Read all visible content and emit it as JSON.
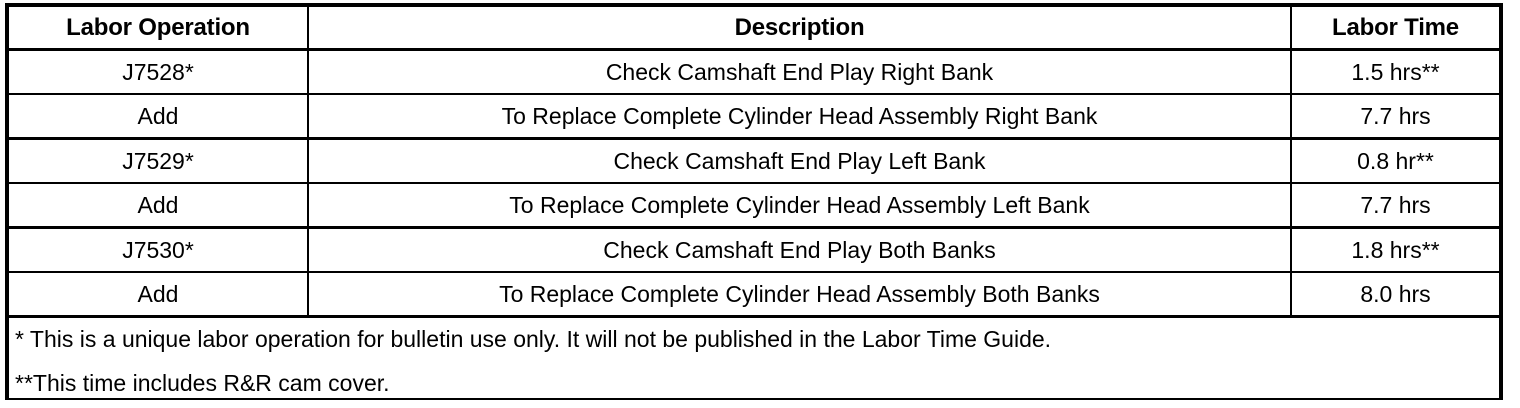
{
  "table": {
    "columns": [
      {
        "key": "labor_operation",
        "header": "Labor Operation"
      },
      {
        "key": "description",
        "header": "Description"
      },
      {
        "key": "labor_time",
        "header": "Labor Time"
      }
    ],
    "rows": [
      {
        "labor_operation": "J7528*",
        "description": "Check Camshaft End Play Right Bank",
        "labor_time": "1.5 hrs**"
      },
      {
        "labor_operation": "Add",
        "description": "To Replace Complete Cylinder Head Assembly Right Bank",
        "labor_time": "7.7 hrs"
      },
      {
        "labor_operation": "J7529*",
        "description": "Check Camshaft End Play Left Bank",
        "labor_time": "0.8 hr**"
      },
      {
        "labor_operation": "Add",
        "description": "To Replace Complete Cylinder Head Assembly Left Bank",
        "labor_time": "7.7 hrs"
      },
      {
        "labor_operation": "J7530*",
        "description": "Check Camshaft End Play Both Banks",
        "labor_time": "1.8 hrs**"
      },
      {
        "labor_operation": "Add",
        "description": "To Replace Complete Cylinder Head Assembly Both Banks",
        "labor_time": "8.0 hrs"
      }
    ],
    "footnotes": [
      "* This is a unique labor operation for bulletin use only. It will not be published in the Labor Time Guide.",
      "**This time includes R&R cam cover."
    ]
  },
  "colors": {
    "border": "#000000",
    "background": "#ffffff",
    "text": "#000000"
  }
}
